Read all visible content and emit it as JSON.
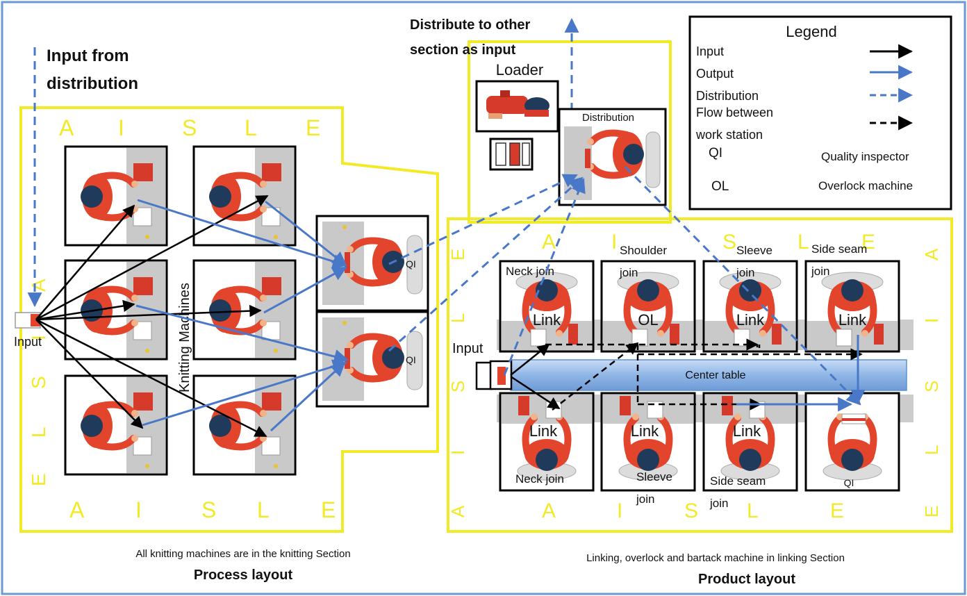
{
  "input_from_distribution": "Input from distribution",
  "distribute_to_other": "Distribute to other section as input",
  "loader": "Loader",
  "distribution_station": "Distribution",
  "legend": {
    "title": "Legend",
    "items": [
      {
        "label": "Input",
        "color": "#000000",
        "style": "solid"
      },
      {
        "label": "Output",
        "color": "#4a78c9",
        "style": "solid"
      },
      {
        "label": "Distribution",
        "color": "#4a78c9",
        "style": "dashed"
      },
      {
        "label": "Flow between work station",
        "color": "#000000",
        "style": "dashed"
      }
    ],
    "abbreviations": [
      {
        "abbr": "QI",
        "meaning": "Quality inspector"
      },
      {
        "abbr": "OL",
        "meaning": "Overlock machine"
      }
    ]
  },
  "process_layout": {
    "aisle_letters": [
      "A",
      "I",
      "S",
      "L",
      "E"
    ],
    "input_label": "Input",
    "machines_label": "Knitting Machines",
    "qi_label": "QI",
    "note": "All knitting machines are in the knitting Section",
    "title": "Process layout"
  },
  "product_layout": {
    "aisle_letters": [
      "A",
      "I",
      "S",
      "L",
      "E"
    ],
    "input_label": "Input",
    "center_table": "Center table",
    "top_stations": [
      {
        "name": "Neck join",
        "machine": "Link"
      },
      {
        "name": "Shoulder join",
        "machine": "OL"
      },
      {
        "name": "Sleeve join",
        "machine": "Link"
      },
      {
        "name": "Side seam join",
        "machine": "Link"
      }
    ],
    "bottom_stations": [
      {
        "name": "Neck join",
        "machine": "Link"
      },
      {
        "name": "Sleeve join",
        "machine": "Link"
      },
      {
        "name": "Side seam join",
        "machine": "Link"
      },
      {
        "name": "",
        "machine": "QI"
      }
    ],
    "note": "Linking, overlock and bartack machine in linking Section",
    "title": "Product layout"
  },
  "colors": {
    "aisle_yellow": "#f2ea26",
    "arrow_blue": "#4a78c9",
    "worker_red": "#e2452b",
    "worker_head": "#1f3a5a",
    "floor_gray": "#c9c9c9",
    "table_blue": "#9cc0ea"
  }
}
